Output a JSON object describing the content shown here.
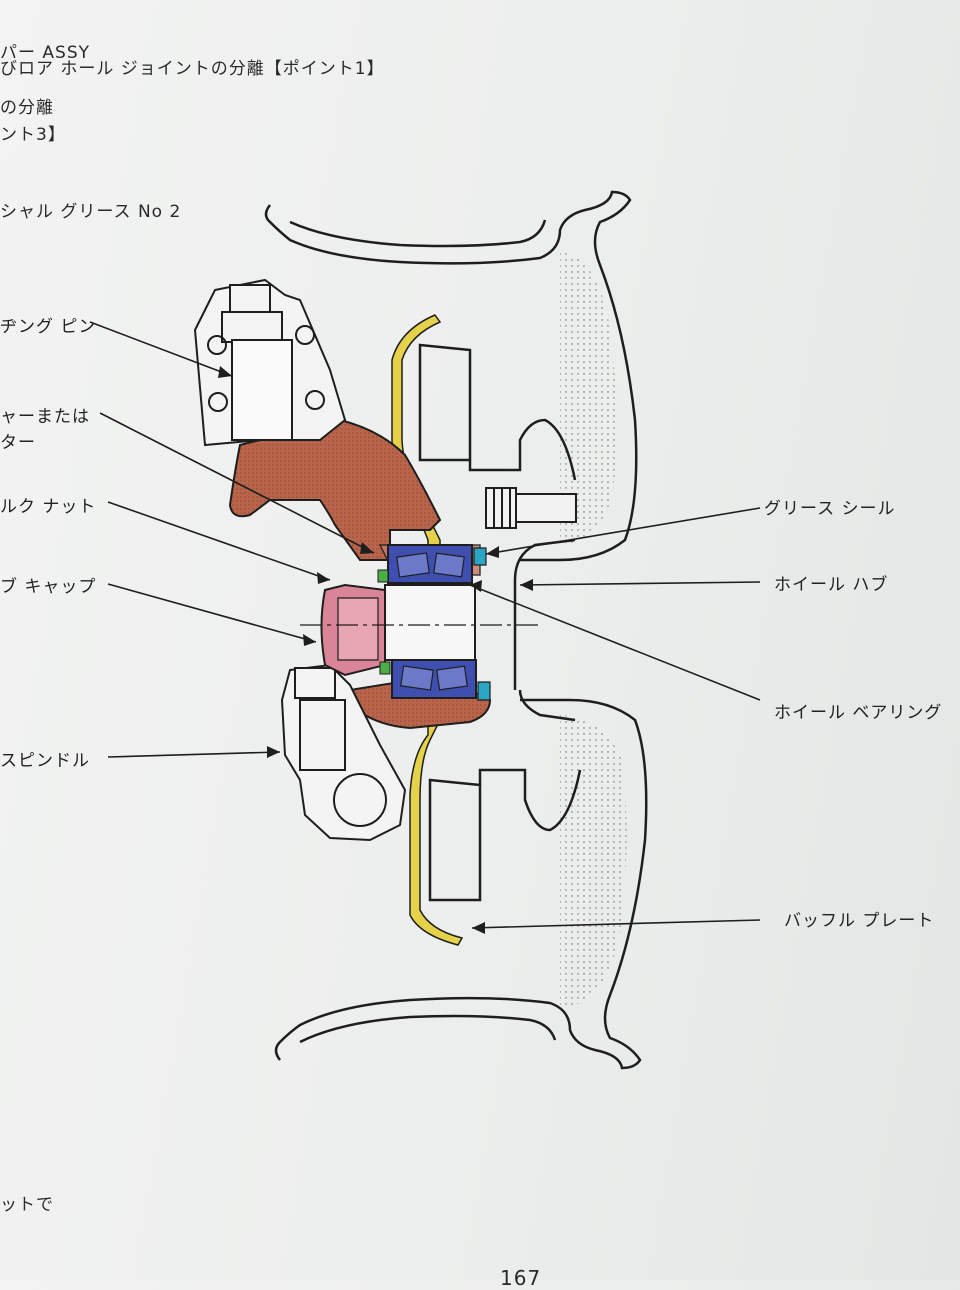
{
  "header_lines": [
    "パー ASSY",
    "びロア ホール ジョイントの分離【ポイント1】",
    "の分離",
    "ント3】"
  ],
  "grease_text": "シャル グリース No 2",
  "footer_text": "ットで",
  "page_number": "167",
  "labels_left": {
    "pin": "ヂング ピン",
    "washer_line1": "ャーまたは",
    "washer_line2": "ター",
    "nut": "ルク ナット",
    "cap": "ブ キャップ",
    "spindle": "スピンドル"
  },
  "labels_right": {
    "grease_seal": "グリース シール",
    "wheel_hub": "ホイール ハブ",
    "wheel_bearing": "ホイール ベアリング",
    "baffle_plate": "バッフル プレート"
  },
  "colors": {
    "hub_brown": "#b9654c",
    "bearing_blue": "#3e4fb0",
    "cap_pink": "#d98597",
    "baffle_yellow": "#e6d24a",
    "marker_green": "#4caf45",
    "seal_cyan": "#2aa6c4",
    "line": "#1e1e1e"
  }
}
